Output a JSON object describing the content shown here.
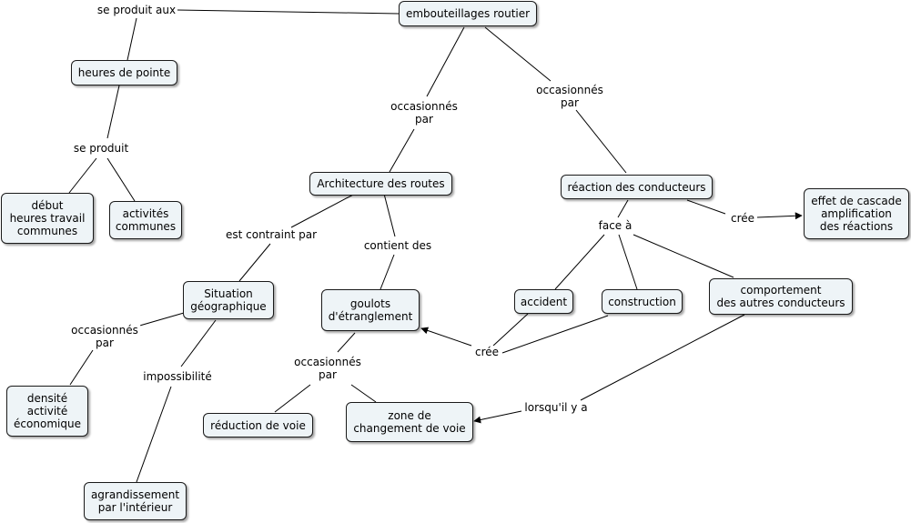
{
  "nodes": {
    "embouteillages": "embouteillages routier",
    "heures_pointe": "heures de pointe",
    "debut": "début\nheures travail\ncommunes",
    "activites": "activités\ncommunes",
    "architecture": "Architecture des routes",
    "reaction": "réaction des conducteurs",
    "effet_cascade": "effet de cascade\namplification\ndes réactions",
    "situation": "Situation\ngéographique",
    "goulots": "goulots\nd'étranglement",
    "accident": "accident",
    "construction": "construction",
    "comportement": "comportement\ndes autres conducteurs",
    "densite": "densité\nactivité\néconomique",
    "reduction": "réduction de voie",
    "zone": "zone de\nchangement de voie",
    "agrandissement": "agrandissement\npar l'intérieur"
  },
  "labels": {
    "se_produit_aux": "se produit aux",
    "se_produit": "se produit",
    "occasionnes_1": "occasionnés\npar",
    "occasionnes_2": "occasionnés\npar",
    "est_contraint": "est contraint par",
    "contient_des": "contient des",
    "face_a": "face à",
    "cree_1": "crée",
    "cree_2": "crée",
    "occasionnes_3": "occasionnés\npar",
    "impossibilite": "impossibilité",
    "occasionnes_4": "occasionnés\npar",
    "lorsquil": "lorsqu'il y a"
  }
}
